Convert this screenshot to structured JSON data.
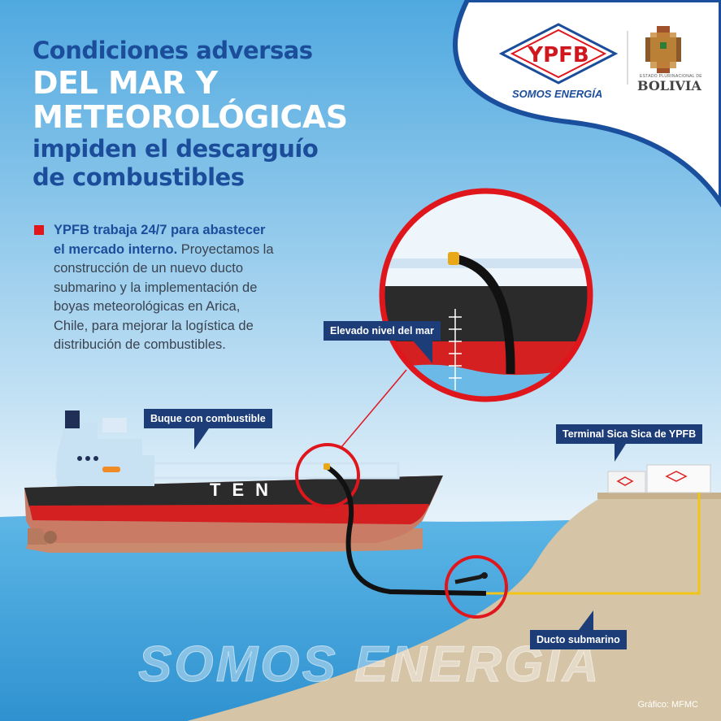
{
  "header": {
    "title_line1": "Condiciones adversas",
    "title_line2": "DEL MAR Y",
    "title_line3": "METEOROLÓGICAS",
    "title_line4": "impiden el descarguío",
    "title_line5": "de combustibles"
  },
  "logos": {
    "ypfb": "YPFB",
    "ypfb_tagline": "SOMOS ENERGÍA",
    "bolivia_small": "ESTADO PLURINACIONAL DE",
    "bolivia_big": "BOLIVIA"
  },
  "body": {
    "bold": "YPFB trabaja 24/7 para abastecer el mercado interno.",
    "text": " Proyectamos la construcción de un nuevo ducto submarino y la implementación de boyas meteorológicas en Arica, Chile, para mejorar la logística de distribución de combustibles."
  },
  "labels": {
    "ship": "Buque con combustible",
    "sea_level": "Elevado nivel del mar",
    "terminal": "Terminal Sica Sica de YPFB",
    "pipeline": "Ducto submarino"
  },
  "ship_name": "TEN",
  "watermark": "SOMOS ENERGÍA",
  "credit": "Gráfico: MFMC",
  "colors": {
    "brand_blue": "#1b4d9b",
    "accent_red": "#e0161d",
    "label_bg": "#1d3d78",
    "sea": "#3aa0da",
    "sand": "#d5c4a5"
  }
}
